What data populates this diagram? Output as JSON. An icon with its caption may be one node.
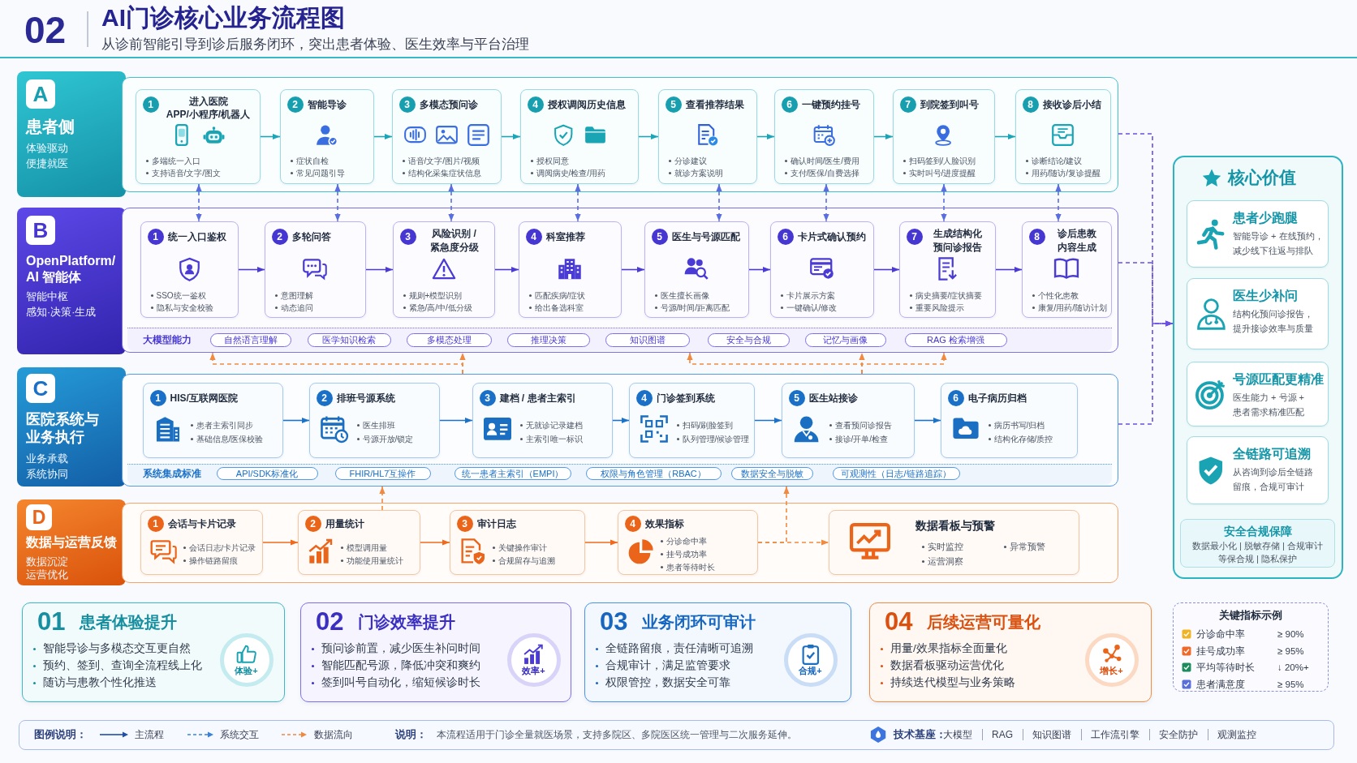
{
  "diagram": {
    "title": "AI门诊核心业务流程图",
    "nodes": [
      {
        "text": [
          "A",
          "患者侧",
          "体验驱动",
          "便捷就医"
        ]
      },
      {
        "text": [],
        "shape": "box"
      },
      {
        "text": [
          "1",
          "进入医院",
          "APP/小程序/机器人",
          "多端统一入口",
          "支持语音/文字/图文"
        ],
        "in": 1
      },
      {
        "text": [
          "2",
          "智能导诊",
          "症状自检",
          "常见问题引导"
        ],
        "in": 1
      },
      {
        "text": [
          "3",
          "多模态预问诊",
          "语音/文字/图片/视频",
          "结构化采集症状信息"
        ],
        "in": 1
      },
      {
        "text": [
          "4",
          "授权调阅历史信息",
          "授权同意",
          "调阅病史/检查/用药"
        ],
        "in": 1
      },
      {
        "text": [
          "5",
          "查看推荐结果",
          "分诊建议",
          "就诊方案说明"
        ],
        "in": 1
      },
      {
        "text": [
          "6",
          "一键预约挂号",
          "确认时间/医生/费用",
          "支付/医保/自费选择"
        ],
        "in": 1
      },
      {
        "text": [
          "7",
          "到院签到叫号",
          "扫码签到/人脸识别",
          "实时叫号/进度提醒"
        ],
        "in": 1
      },
      {
        "text": [
          "8",
          "接收诊后小结",
          "诊断结论/建议",
          "用药/随访/复诊提醒"
        ],
        "in": 1
      },
      {
        "text": [
          "B",
          "OpenPlatform/AI 智能体",
          "智能中枢",
          "感知·决策·生成"
        ]
      },
      {
        "text": [],
        "shape": "box"
      },
      {
        "text": [
          "1",
          "统一入口鉴权",
          "SSO统一鉴权",
          "隐私与安全校验"
        ],
        "in": 11
      },
      {
        "text": [
          "2",
          "多轮问答",
          "意图理解",
          "动态追问"
        ],
        "in": 11
      },
      {
        "text": [
          "3",
          "风险识别 / 紧急度分级",
          "规则+模型识别",
          "紧急/高/中/低分级"
        ],
        "in": 11
      },
      {
        "text": [
          "4",
          "科室推荐",
          "匹配疾病/症状",
          "给出备选科室"
        ],
        "in": 11
      },
      {
        "text": [
          "5",
          "医生与号源匹配",
          "医生擅长画像",
          "号源/时间/距离匹配"
        ],
        "in": 11
      },
      {
        "text": [
          "6",
          "卡片式确认预约",
          "卡片展示方案",
          "一键确认/修改"
        ],
        "in": 11
      },
      {
        "text": [
          "7",
          "生成结构化预问诊报告",
          "病史摘要/症状摘要",
          "重要风险提示"
        ],
        "in": 11
      },
      {
        "text": [
          "8",
          "诊后患教内容生成",
          "个性化患教",
          "康复/用药/随访计划"
        ],
        "in": 11
      },
      {
        "text": [
          "自然语言理解"
        ],
        "in": 11
      },
      {
        "text": [
          "医学知识检索"
        ],
        "in": 11
      },
      {
        "text": [
          "多模态处理"
        ],
        "in": 11
      },
      {
        "text": [
          "推理决策"
        ],
        "in": 11
      },
      {
        "text": [
          "知识图谱"
        ],
        "in": 11
      },
      {
        "text": [
          "安全与合规"
        ],
        "in": 11
      },
      {
        "text": [
          "记忆与画像"
        ],
        "in": 11
      },
      {
        "text": [
          "RAG 检索增强"
        ],
        "in": 11
      },
      {
        "text": [
          "C",
          "医院系统与业务执行",
          "业务承载",
          "系统协同"
        ]
      },
      {
        "text": [],
        "shape": "box"
      },
      {
        "text": [
          "1",
          "HIS/互联网医院",
          "患者主索引同步",
          "基础信息/医保校验"
        ],
        "in": 29
      },
      {
        "text": [
          "2",
          "排班号源系统",
          "医生排班",
          "号源开放/锁定"
        ],
        "in": 29
      },
      {
        "text": [
          "3",
          "建档 / 患者主索引",
          "无就诊记录建档",
          "主索引唯一标识"
        ],
        "in": 29
      },
      {
        "text": [
          "4",
          "门诊签到系统",
          "扫码/刷脸签到",
          "队列管理/候诊管理"
        ],
        "in": 29
      },
      {
        "text": [
          "5",
          "医生站接诊",
          "查看预问诊报告",
          "接诊/开单/检查"
        ],
        "in": 29
      },
      {
        "text": [
          "6",
          "电子病历归档",
          "病历书写/归档",
          "结构化存储/质控"
        ],
        "in": 29
      },
      {
        "text": [
          "API/SDK标准化"
        ],
        "in": 29
      },
      {
        "text": [
          "FHIR/HL7互操作"
        ],
        "in": 29
      },
      {
        "text": [
          "统一患者主索引（EMPI）"
        ],
        "in": 29
      },
      {
        "text": [
          "权限与角色管理（RBAC）"
        ],
        "in": 29
      },
      {
        "text": [
          "数据安全与脱敏"
        ],
        "in": 29
      },
      {
        "text": [
          "可观测性（日志/链路追踪）"
        ],
        "in": 29
      },
      {
        "text": [
          "D",
          "数据与运营反馈",
          "数据沉淀",
          "运营优化"
        ]
      },
      {
        "text": [],
        "shape": "box"
      },
      {
        "text": [
          "1",
          "会话与卡片记录",
          "会话日志/卡片记录",
          "操作链路留痕"
        ],
        "in": 43
      },
      {
        "text": [
          "2",
          "用量统计",
          "模型调用量",
          "功能使用量统计"
        ],
        "in": 43
      },
      {
        "text": [
          "3",
          "审计日志",
          "关键操作审计",
          "合规留存与追溯"
        ],
        "in": 43
      },
      {
        "text": [
          "4",
          "效果指标",
          "分诊命中率",
          "挂号成功率",
          "患者等待时长"
        ],
        "in": 43
      },
      {
        "text": [
          "数据看板与预警",
          "实时监控",
          "异常预警",
          "运营洞察"
        ],
        "in": 43
      },
      {
        "text": [
          "核心价值"
        ]
      },
      {
        "text": [
          "患者少跑腿",
          "智能导诊 + 在线预约，减少线下往返与排队"
        ],
        "in": 49
      },
      {
        "text": [
          "医生少补问",
          "结构化预问诊报告，提升接诊效率与质量"
        ],
        "in": 49
      },
      {
        "text": [
          "号源匹配更精准",
          "医生能力 + 号源 + 患者需求精准匹配"
        ],
        "in": 49
      },
      {
        "text": [
          "全链路可追溯",
          "从咨询到诊后全链路留痕，合规可审计"
        ],
        "in": 49
      },
      {
        "text": [
          "安全合规保障",
          "数据最小化 | 脱敏存储 | 合规审计",
          "等保合规 | 隐私保护"
        ],
        "in": 49
      },
      {
        "text": [
          "01",
          "患者体验提升",
          "智能导诊与多模态交互更自然",
          "预约、签到、查询全流程线上化",
          "随访与患教个性化推送"
        ]
      },
      {
        "text": [
          "体验+"
        ],
        "in": 55
      },
      {
        "text": [
          "02",
          "门诊效率提升",
          "预问诊前置，减少医生补问时间",
          "智能匹配号源，降低冲突和爽约",
          "签到叫号自动化，缩短候诊时长"
        ]
      },
      {
        "text": [
          "效率+"
        ],
        "in": 57
      },
      {
        "text": [
          "03",
          "业务闭环可审计",
          "全链路留痕，责任清晰可追溯",
          "合规审计，满足监管要求",
          "权限管控，数据安全可靠"
        ]
      },
      {
        "text": [
          "合规+"
        ],
        "in": 59
      },
      {
        "text": [
          "04",
          "后续运营可量化",
          "用量/效果指标全面量化",
          "数据看板驱动运营优化",
          "持续迭代模型与业务策略"
        ]
      },
      {
        "text": [
          "增长+"
        ],
        "in": 61
      },
      {
        "text": [
          "关键指标示例",
          "分诊命中率",
          "≥ 90%",
          "挂号成功率",
          "≥ 95%",
          "平均等待时长",
          "↓ 20%+",
          "患者满意度",
          "≥ 95%"
        ]
      }
    ],
    "edges": [
      {
        "from": 2,
        "to": 3,
        "arrow": "to",
        "color": "#1aa6b6"
      },
      {
        "from": 3,
        "to": 4,
        "arrow": "to",
        "color": "#1aa6b6"
      },
      {
        "from": 4,
        "to": 5,
        "arrow": "to",
        "color": "#1aa6b6"
      },
      {
        "from": 5,
        "to": 6,
        "arrow": "to",
        "color": "#1aa6b6"
      },
      {
        "from": 6,
        "to": 7,
        "arrow": "to",
        "color": "#1aa6b6"
      },
      {
        "from": 7,
        "to": 8,
        "arrow": "to",
        "color": "#1aa6b6"
      },
      {
        "from": 8,
        "to": 9,
        "arrow": "to",
        "color": "#1aa6b6"
      },
      {
        "from": 2,
        "to": 12,
        "arrow": "both",
        "style": "dashed",
        "color": "#5b6ee0"
      },
      {
        "from": 3,
        "to": 13,
        "arrow": "both",
        "style": "dashed",
        "color": "#5b6ee0"
      },
      {
        "from": 4,
        "to": 14,
        "arrow": "both",
        "style": "dashed",
        "color": "#5b6ee0"
      },
      {
        "from": 5,
        "to": 15,
        "arrow": "both",
        "style": "dashed",
        "color": "#5b6ee0"
      },
      {
        "from": 6,
        "to": 16,
        "arrow": "both",
        "style": "dashed",
        "color": "#5b6ee0"
      },
      {
        "from": 7,
        "to": 17,
        "arrow": "both",
        "style": "dashed",
        "color": "#5b6ee0"
      },
      {
        "from": 8,
        "to": 18,
        "arrow": "both",
        "style": "dashed",
        "color": "#5b6ee0"
      },
      {
        "from": 9,
        "to": 19,
        "arrow": "both",
        "style": "dashed",
        "color": "#5b6ee0"
      },
      {
        "from": 12,
        "to": 13,
        "arrow": "to",
        "color": "#4a3bd5"
      },
      {
        "from": 13,
        "to": 14,
        "arrow": "to",
        "color": "#4a3bd5"
      },
      {
        "from": 14,
        "to": 15,
        "arrow": "to",
        "color": "#4a3bd5"
      },
      {
        "from": 15,
        "to": 16,
        "arrow": "to",
        "color": "#4a3bd5"
      },
      {
        "from": 16,
        "to": 17,
        "arrow": "to",
        "color": "#4a3bd5"
      },
      {
        "from": 17,
        "to": 18,
        "arrow": "to",
        "color": "#4a3bd5"
      },
      {
        "from": 18,
        "to": 19,
        "arrow": "to",
        "color": "#4a3bd5"
      },
      {
        "from": 30,
        "to": 31,
        "arrow": "to",
        "color": "#1b72c8"
      },
      {
        "from": 31,
        "to": 32,
        "arrow": "to",
        "color": "#1b72c8"
      },
      {
        "from": 32,
        "to": 33,
        "arrow": "to",
        "color": "#1b72c8"
      },
      {
        "from": 33,
        "to": 34,
        "arrow": "to",
        "color": "#1b72c8"
      },
      {
        "from": 34,
        "to": 35,
        "arrow": "to",
        "color": "#1b72c8"
      },
      {
        "from": 44,
        "to": 45,
        "arrow": "to",
        "color": "#ef6a1c"
      },
      {
        "from": 45,
        "to": 46,
        "arrow": "to",
        "color": "#ef6a1c"
      },
      {
        "from": 46,
        "to": 47,
        "arrow": "to",
        "color": "#ef6a1c"
      },
      {
        "from": 47,
        "to": 48,
        "arrow": "to",
        "style": "dashed",
        "color": "#f08a40"
      },
      {
        "from": 45,
        "to": 29,
        "arrow": "to",
        "style": "dashed",
        "color": "#f08a40"
      },
      {
        "from": 47,
        "to": 29,
        "arrow": "to",
        "style": "dashed",
        "color": "#f08a40"
      },
      {
        "from": 29,
        "to": 11,
        "arrow": "to",
        "style": "dashed",
        "color": "#f08a40"
      },
      {
        "from": 29,
        "to": 11,
        "arrow": "to",
        "style": "dashed",
        "color": "#f08a40"
      },
      {
        "from": 29,
        "to": 11,
        "arrow": "to",
        "style": "dashed",
        "color": "#f08a40"
      },
      {
        "from": 29,
        "to": 11,
        "arrow": "to",
        "style": "dashed",
        "color": "#f08a40"
      },
      {
        "from": 29,
        "to": 11,
        "arrow": "to",
        "style": "dashed",
        "color": "#f08a40"
      },
      {
        "from": 1,
        "to": 49,
        "arrow": "to",
        "style": "dashed",
        "color": "#6a4fe0"
      },
      {
        "from": 11,
        "to": 49,
        "arrow": "to",
        "style": "dashed",
        "color": "#6a4fe0"
      },
      {
        "from": 29,
        "to": 49,
        "arrow": "to",
        "style": "dashed",
        "color": "#6a4fe0"
      }
    ],
    "labels": [
      "02",
      "从诊前智能引导到诊后服务闭环，突出患者体验、医生效率与平台治理",
      "大模型能力",
      "系统集成标准",
      "图例说明：",
      "说明：",
      "本流程适用于门诊全量就医场景，支持多院区、多院医区统一管理与二次服务延伸。",
      "技术基座：",
      "大模型",
      "RAG",
      "知识图谱",
      "工作流引擎",
      "安全防护",
      "观测监控"
    ],
    "legend": [
      {
        "text": "主流程"
      },
      {
        "text": "系统交互"
      },
      {
        "text": "数据流向"
      }
    ]
  }
}
